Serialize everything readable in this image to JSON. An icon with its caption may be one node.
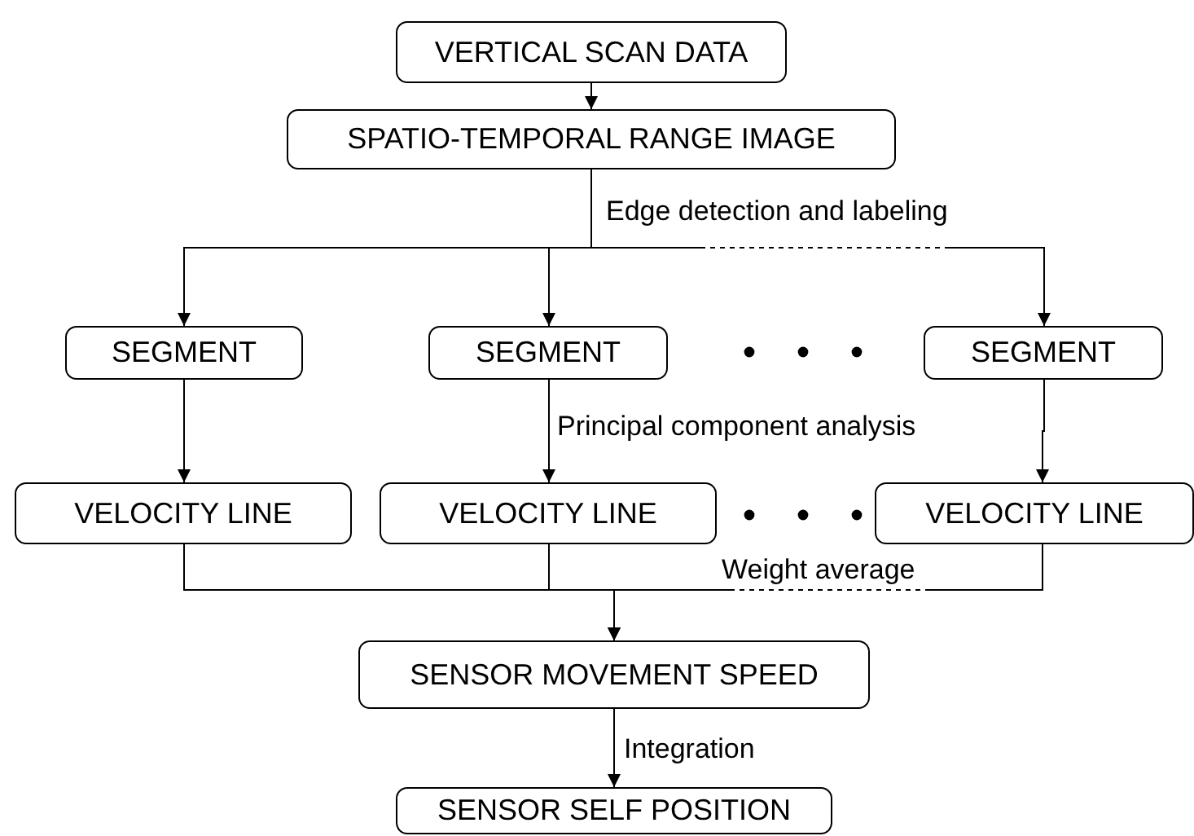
{
  "diagram": {
    "nodes": [
      {
        "text": [
          "VERTICAL SCAN DATA"
        ]
      },
      {
        "text": [
          "SPATIO-TEMPORAL RANGE IMAGE"
        ]
      },
      {
        "text": [
          "SEGMENT"
        ]
      },
      {
        "text": [
          "SEGMENT"
        ]
      },
      {
        "text": [
          "SEGMENT"
        ]
      },
      {
        "text": [
          "VELOCITY LINE"
        ]
      },
      {
        "text": [
          "VELOCITY LINE"
        ]
      },
      {
        "text": [
          "VELOCITY LINE"
        ]
      },
      {
        "text": [
          "SENSOR MOVEMENT SPEED"
        ]
      },
      {
        "text": [
          "SENSOR SELF POSITION"
        ]
      }
    ],
    "edges": [
      {
        "from": 0,
        "to": 1,
        "arrow": "to"
      },
      {
        "from": 1,
        "to": 2,
        "arrow": "to"
      },
      {
        "from": 1,
        "to": 3,
        "arrow": "to"
      },
      {
        "from": 1,
        "to": 4,
        "arrow": "to",
        "style": "dashed"
      },
      {
        "from": 2,
        "to": 5,
        "arrow": "to"
      },
      {
        "from": 3,
        "to": 6,
        "arrow": "to",
        "label": "Principal component analysis"
      },
      {
        "from": 4,
        "to": 7,
        "arrow": "to"
      },
      {
        "from": 5,
        "to": 8,
        "arrow": "to"
      },
      {
        "from": 6,
        "to": 8,
        "arrow": "to"
      },
      {
        "from": 7,
        "to": 8,
        "arrow": "to",
        "style": "dashed"
      },
      {
        "from": 8,
        "to": 9,
        "arrow": "to",
        "label": "Integration"
      }
    ],
    "labels": [
      "Edge detection and labeling",
      "Weight average"
    ]
  }
}
